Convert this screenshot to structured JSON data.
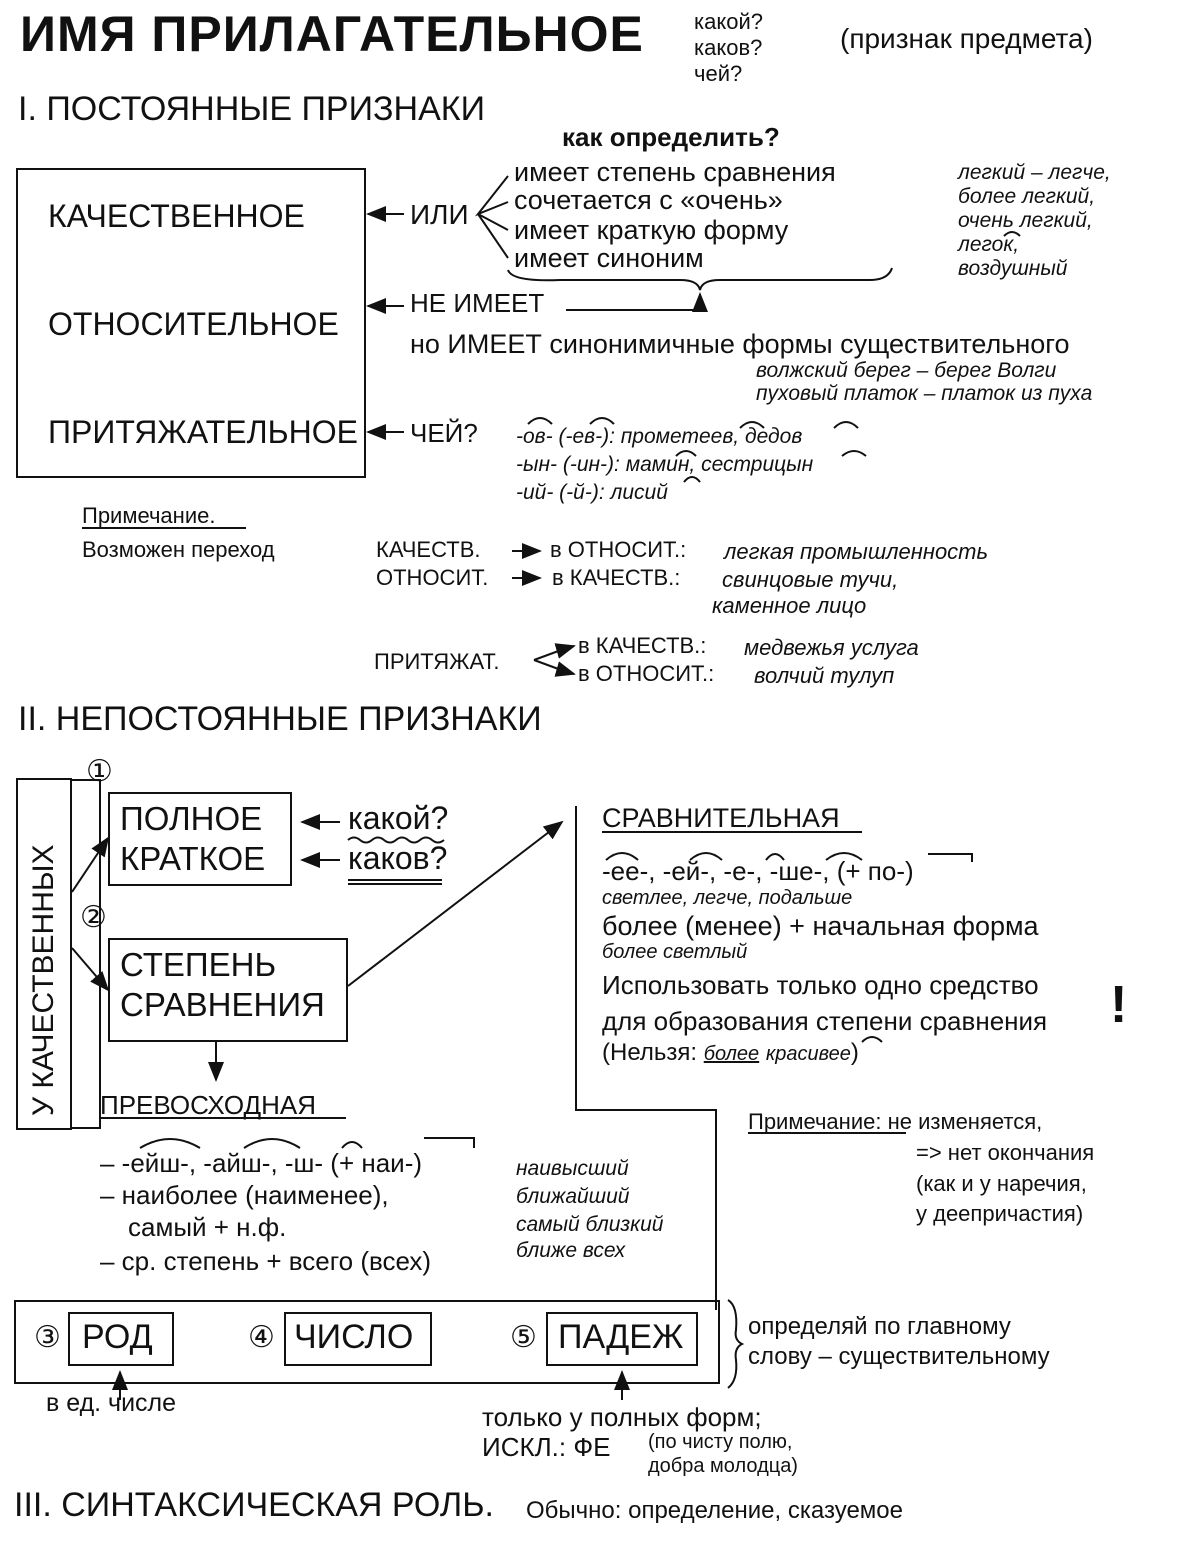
{
  "header": {
    "title": "ИМЯ ПРИЛАГАТЕЛЬНОЕ",
    "questions": [
      "какой?",
      "каков?",
      "чей?"
    ],
    "meaning": "(признак предмета)"
  },
  "section1": {
    "title": "I. ПОСТОЯННЫЕ ПРИЗНАКИ",
    "how_to": "как определить?",
    "categories": [
      "КАЧЕСТВЕННОЕ",
      "ОТНОСИТЕЛЬНОЕ",
      "ПРИТЯЖАТЕЛЬНОЕ"
    ],
    "or_label": "ИЛИ",
    "criteria": [
      "имеет степень сравнения",
      "сочетается с «очень»",
      "имеет краткую форму",
      "имеет синоним"
    ],
    "quality_examples": [
      "легкий – легче,",
      "более легкий,",
      "очень легкий,",
      "легок,",
      "воздушный"
    ],
    "not_has": "НЕ ИМЕЕТ",
    "but_has": "но ИМЕЕТ синонимичные формы существительного",
    "rel_examples": [
      "волжский берег – берег Волги",
      "пуховый платок – платок из пуха"
    ],
    "whose": "ЧЕЙ?",
    "poss_suffixes": [
      "-ов- (-ев-): прометеев, дедов",
      "-ын- (-ин-): мамин, сестрицын",
      "-ий- (-й-): лисий"
    ],
    "note_label": "Примечание.",
    "note_text": "Возможен переход",
    "transitions": {
      "q_from": "КАЧЕСТВ.",
      "q_to": "в ОТНОСИТ.:",
      "q_example": "легкая промышленность",
      "r_from": "ОТНОСИТ.",
      "r_to": "в КАЧЕСТВ.:",
      "r_example_1": "свинцовые тучи,",
      "r_example_2": "каменное лицо",
      "p_from": "ПРИТЯЖАТ.",
      "p_to_1": "в КАЧЕСТВ.:",
      "p_example_1": "медвежья услуга",
      "p_to_2": "в ОТНОСИТ.:",
      "p_example_2": "волчий тулуп"
    }
  },
  "section2": {
    "title": "II. НЕПОСТОЯННЫЕ ПРИЗНАКИ",
    "side_label": "У КАЧЕСТВЕННЫХ",
    "num1": "①",
    "num2": "②",
    "full": "ПОЛНОЕ",
    "short": "КРАТКОЕ",
    "q_full": "какой?",
    "q_short": "каков?",
    "degree_1": "СТЕПЕНЬ",
    "degree_2": "СРАВНЕНИЯ",
    "comparative": {
      "title": "СРАВНИТЕЛЬНАЯ",
      "suffixes": "-ее-, -ей-, -е-, -ше-, (+ по-)",
      "examples_1": "светлее, легче, подальше",
      "analytic": "более (менее) + начальная форма",
      "examples_2": "более светлый",
      "rule_1": "Использовать только одно средство",
      "rule_2": "для образования степени сравнения",
      "rule_3_prefix": "(Нельзя: ",
      "rule_3_bad_1": "более",
      "rule_3_bad_2": "красивее",
      "rule_3_suffix": ")",
      "exclamation": "!"
    },
    "superlative": {
      "title": "ПРЕВОСХОДНАЯ",
      "line_1": "– -ейш-, -айш-, -ш- (+ наи-)",
      "line_2": "– наиболее (наименее),",
      "line_3": "самый + н.ф.",
      "line_4": "– ср. степень + всего (всех)",
      "examples": [
        "наивысший",
        "ближайший",
        "самый близкий",
        "ближе всех"
      ]
    },
    "note_label": "Примечание",
    "note_lines": [
      ": не изменяется,",
      "=> нет окончания",
      "(как и у наречия,",
      "у деепричастия)"
    ],
    "num3": "③",
    "num4": "④",
    "num5": "⑤",
    "gender": "РОД",
    "number": "ЧИСЛО",
    "case": "ПАДЕЖ",
    "agree_1": "определяй по главному",
    "agree_2": "слову – существительному",
    "gender_note": "в ед. числе",
    "case_note": "только у полных форм;",
    "exception_label": "ИСКЛ.: ФЕ",
    "exception_1": "(по чисту полю,",
    "exception_2": "добра молодца)"
  },
  "section3": {
    "title": "III. СИНТАКСИЧЕСКАЯ РОЛЬ.",
    "text": "Обычно: определение, сказуемое"
  }
}
